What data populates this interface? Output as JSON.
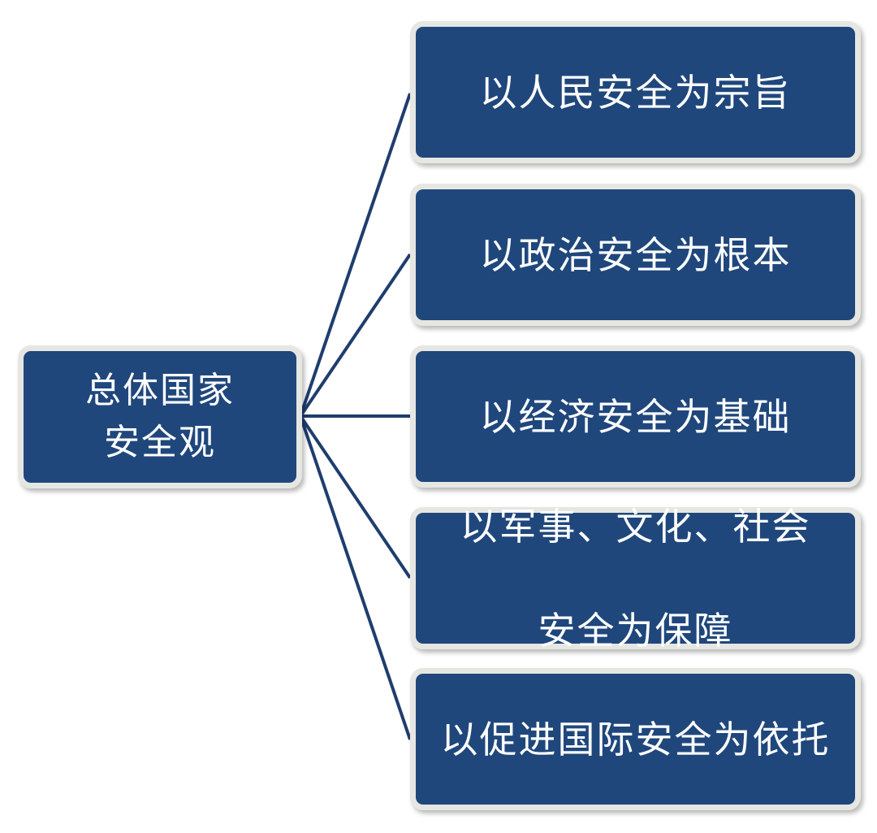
{
  "diagram": {
    "root": {
      "label_line1": "总体国家",
      "label_line2": "安全观"
    },
    "branches": [
      {
        "label": "以人民安全为宗旨"
      },
      {
        "label": "以政治安全为根本"
      },
      {
        "label": "以经济安全为基础"
      },
      {
        "label_line1": "以军事、文化、社会",
        "label_line2": "安全为保障"
      },
      {
        "label": "以促进国际安全为依托"
      }
    ],
    "colors": {
      "box_fill": "#1f477c",
      "box_border": "#e6e6e2",
      "connector": "#1f3d6e",
      "text": "#ffffff"
    }
  }
}
